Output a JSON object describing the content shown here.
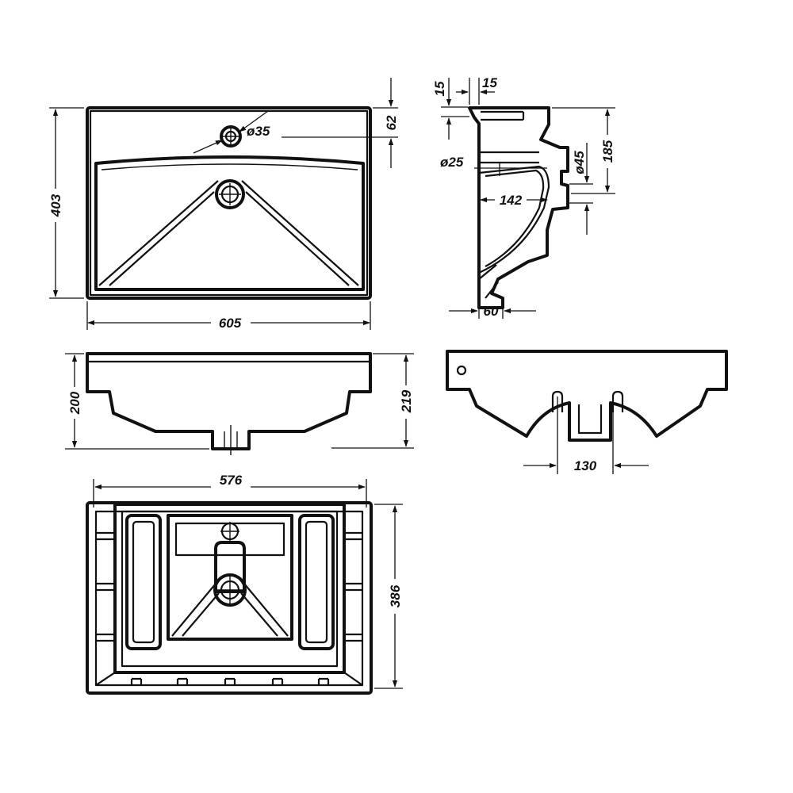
{
  "dimensions": {
    "top_depth": "403",
    "top_width": "605",
    "tap_hole_offset": "62",
    "tap_hole_diameter": "ø35",
    "front_height_left": "200",
    "front_height_right": "219",
    "bottom_width": "576",
    "bottom_depth": "386",
    "side_rim_top": "15",
    "side_rim_thickness": "15",
    "side_overflow_diameter": "ø25",
    "side_waste_diameter": "ø45",
    "side_waste_height": "185",
    "side_waste_offset": "142",
    "side_foot_width": "60",
    "back_mount_spacing": "130"
  }
}
